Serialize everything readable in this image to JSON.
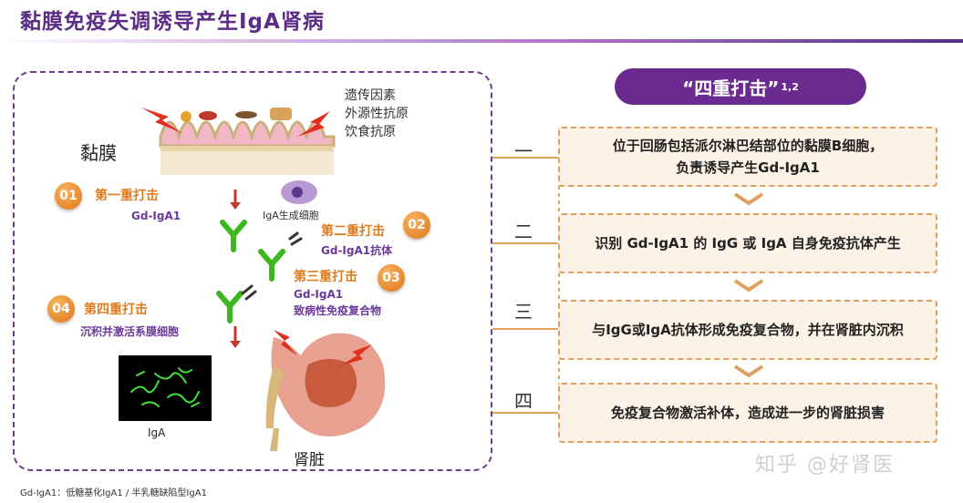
{
  "title": "黏膜免疫失调诱导产生IgA肾病",
  "left": {
    "mucosa_label": "黏膜",
    "antigens": [
      "遗传因素",
      "外源性抗原",
      "饮食抗原"
    ],
    "cell_label": "IgA生成细胞",
    "hits": [
      {
        "num": "01",
        "title": "第一重打击",
        "sub": "Gd-IgA1"
      },
      {
        "num": "02",
        "title": "第二重打击",
        "sub": "Gd-IgA1抗体"
      },
      {
        "num": "03",
        "title": "第三重打击",
        "sub_lines": [
          "Gd-IgA1",
          "致病性免疫复合物"
        ]
      },
      {
        "num": "04",
        "title": "第四重打击",
        "sub": "沉积并激活系膜细胞"
      }
    ],
    "micro_label": "IgA",
    "kidney_label": "肾脏"
  },
  "right": {
    "pill_text": "“四重打击”",
    "pill_sup": "1,2",
    "steps": [
      {
        "num": "一",
        "lines": [
          "位于回肠包括派尔淋巴结部位的黏膜B细胞，",
          "负责诱导产生Gd-IgA1"
        ]
      },
      {
        "num": "二",
        "lines": [
          "识别 Gd-IgA1 的 IgG 或 IgA 自身免疫抗体产生"
        ]
      },
      {
        "num": "三",
        "lines": [
          "与IgG或IgA抗体形成免疫复合物，并在肾脏内沉积"
        ]
      },
      {
        "num": "四",
        "lines": [
          "免疫复合物激活补体，造成进一步的肾脏损害"
        ]
      }
    ]
  },
  "footnote": "Gd-IgA1：低糖基化IgA1 / 半乳糖缺陷型IgA1",
  "watermark": "知乎 @好肾医",
  "colors": {
    "purple": "#6b2a8f",
    "orange": "#e07b1f",
    "green": "#3cb81e"
  }
}
